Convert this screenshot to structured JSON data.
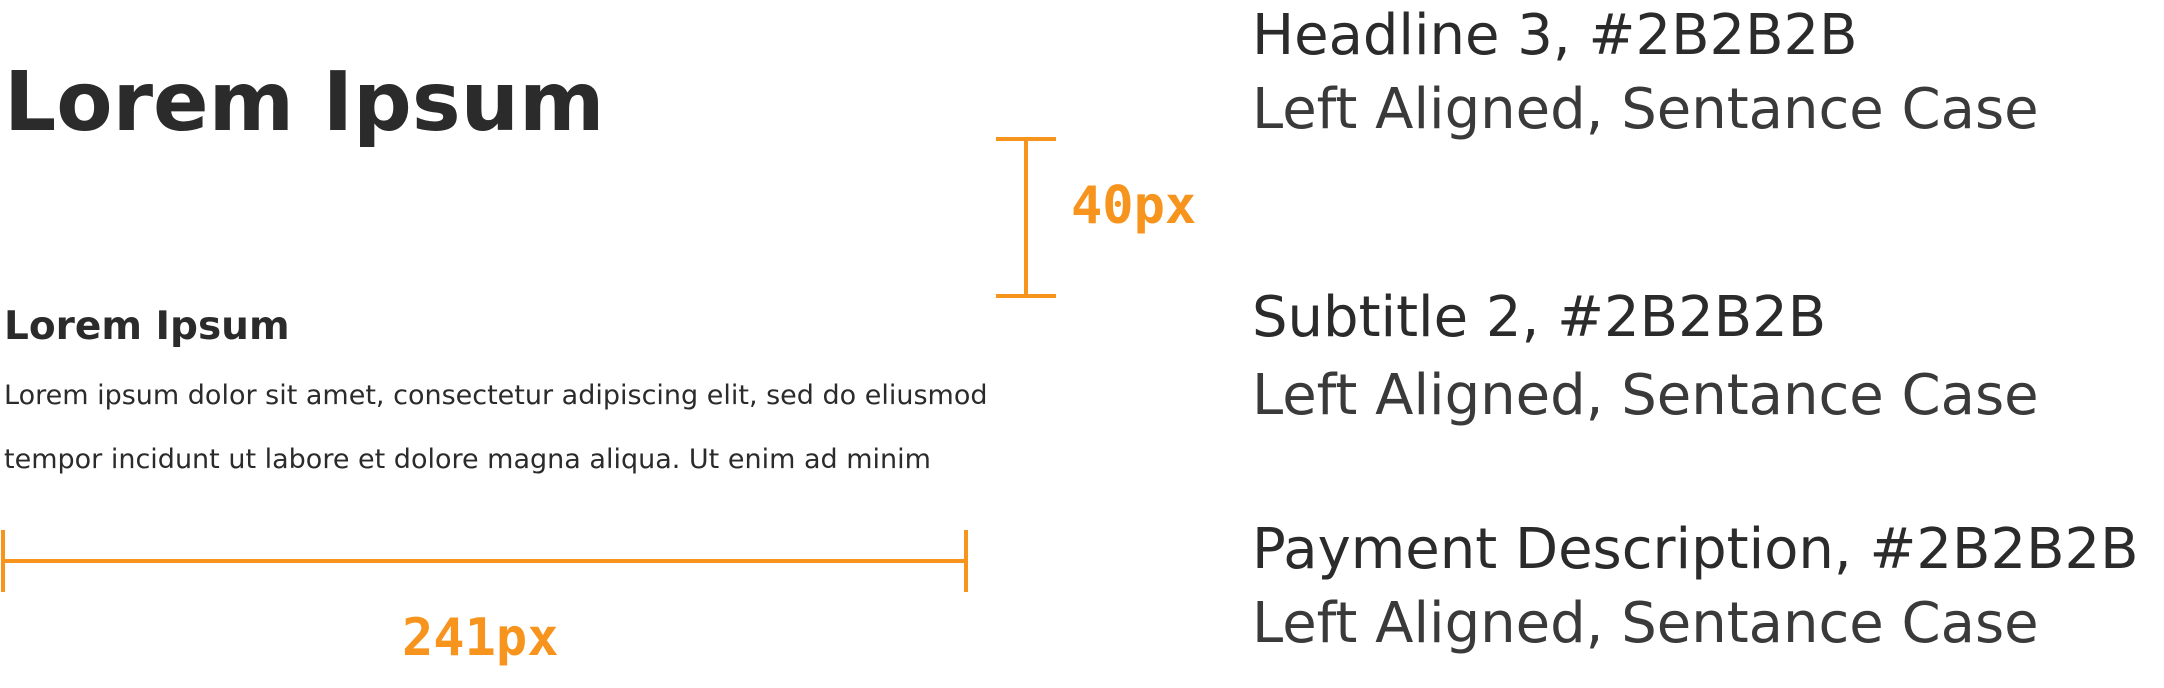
{
  "sample": {
    "headline": "Lorem Ipsum",
    "subtitle": "Lorem Ipsum",
    "description_line1": "Lorem ipsum dolor sit amet, consectetur adipiscing elit, sed do eliusmod",
    "description_line2": "tempor  incidunt ut labore et dolore magna aliqua. Ut enim ad minim"
  },
  "specs": [
    {
      "name": "Headline 3, #2B2B2B",
      "alignment": "Left Aligned, Sentance Case"
    },
    {
      "name": "Subtitle 2, #2B2B2B",
      "alignment": "Left Aligned, Sentance Case"
    },
    {
      "name": "Payment Description, #2B2B2B",
      "alignment": "Left Aligned, Sentance Case"
    }
  ],
  "measurements": {
    "vertical_spacing": "40px",
    "text_width": "241px"
  },
  "colors": {
    "text": "#2B2B2B",
    "annotation": "#F7941D"
  }
}
